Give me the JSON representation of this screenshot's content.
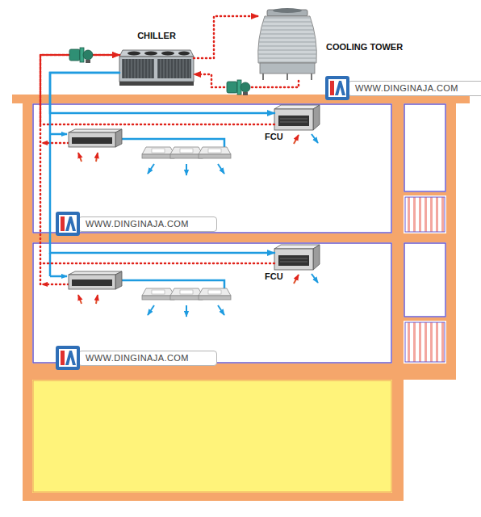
{
  "diagram": {
    "nodes": [
      {
        "text": [
          "CHILLER"
        ]
      },
      {
        "text": [
          "COOLING TOWER"
        ]
      },
      {
        "text": [
          "FCU"
        ]
      },
      {
        "text": [
          "FCU"
        ]
      }
    ],
    "edges": [
      {
        "from": 0,
        "to": 1,
        "arrow": "to"
      },
      {
        "from": 1,
        "to": 0,
        "arrow": "to"
      },
      {
        "from": 0,
        "to": 2,
        "arrow": "to"
      },
      {
        "from": 2,
        "to": 0,
        "arrow": "to"
      },
      {
        "from": 0,
        "to": 3,
        "arrow": "to"
      },
      {
        "from": 3,
        "to": 0,
        "arrow": "to"
      }
    ],
    "labels": [
      "WWW.DINGINAJA.COM",
      "WWW.DINGINAJA.COM",
      "WWW.DINGINAJA.COM"
    ]
  }
}
